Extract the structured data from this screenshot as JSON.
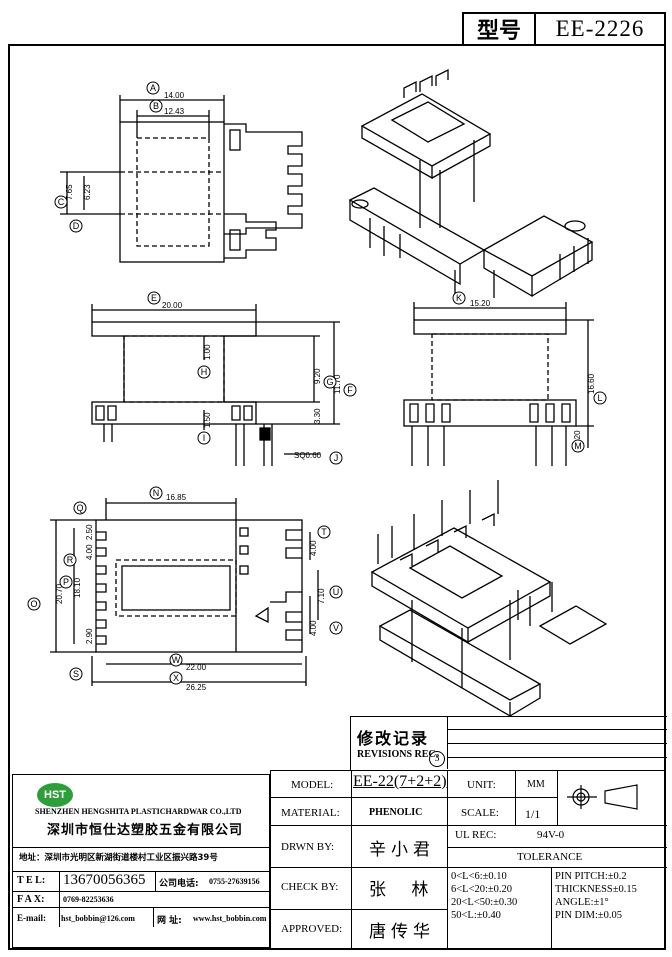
{
  "title_block": {
    "model_key": "型号",
    "model_value": "EE-2226"
  },
  "dims": {
    "A": "14.00",
    "B": "12.43",
    "C": "7.65",
    "D": "6.23",
    "E": "20.00",
    "F": "11.70",
    "G": "9.20",
    "H": "1.00",
    "I": "1.50",
    "J": "SQ0.60",
    "K": "15.20",
    "L": "16.60",
    "M": "5.20",
    "N": "16.85",
    "O": "20.70",
    "P": "18.10",
    "Q": "2.50",
    "R": "4.00",
    "S": "2.90",
    "T": "4.00",
    "U": "7.10",
    "V": "4.00",
    "W": "22.00",
    "X": "26.25",
    "three_thirty": "3.30"
  },
  "dim_letters": [
    "A",
    "B",
    "C",
    "D",
    "E",
    "F",
    "G",
    "H",
    "I",
    "J",
    "K",
    "L",
    "M",
    "N",
    "O",
    "P",
    "Q",
    "R",
    "S",
    "T",
    "U",
    "V",
    "W",
    "X"
  ],
  "revisions": {
    "cn": "修改记录",
    "en": "REVISIONS REC.",
    "badge": "3"
  },
  "company": {
    "logo": "HST",
    "en": "SHENZHEN HENGSHITA PLASTICHARDWAR CO.,LTD",
    "cn": "深圳市恒仕达塑胶五金有限公司",
    "address": "地址：深圳市光明区新湖街道楼村工业区振兴路39号",
    "tel_label": "T E L:",
    "tel": "13670056365",
    "company_phone_label": "公司电话:",
    "company_phone": "0755-27639156",
    "fax_label": "F A X:",
    "fax": "0769-82253636",
    "email_label": "E-mail:",
    "email": "hst_bobbin@126.com",
    "web_label": "网 址:",
    "web": "www.hst_bobbin.com"
  },
  "specs": {
    "model_label": "MODEL:",
    "model": "EE-22(7+2+2)",
    "material_label": "MATERIAL:",
    "material": "PHENOLIC",
    "drawn_label": "DRWN BY:",
    "drawn": "辛小君",
    "check_label": "CHECK BY:",
    "check": "张 林",
    "approved_label": "APPROVED:",
    "approved": "唐传华",
    "unit_label": "UNIT:",
    "unit": "MM",
    "scale_label": "SCALE:",
    "scale": "1/1",
    "ul_label": "UL REC:",
    "ul": "94V-0",
    "tolerance_label": "TOLERANCE",
    "tolerances": [
      "0<L<6:±0.10",
      "6<L<20:±0.20",
      "20<L<50:±0.30",
      "50<L:±0.40"
    ],
    "pins": [
      "PIN PITCH:±0.2",
      "THICKNESS±0.15",
      "ANGLE:±1°",
      "PIN DIM:±0.05"
    ]
  }
}
